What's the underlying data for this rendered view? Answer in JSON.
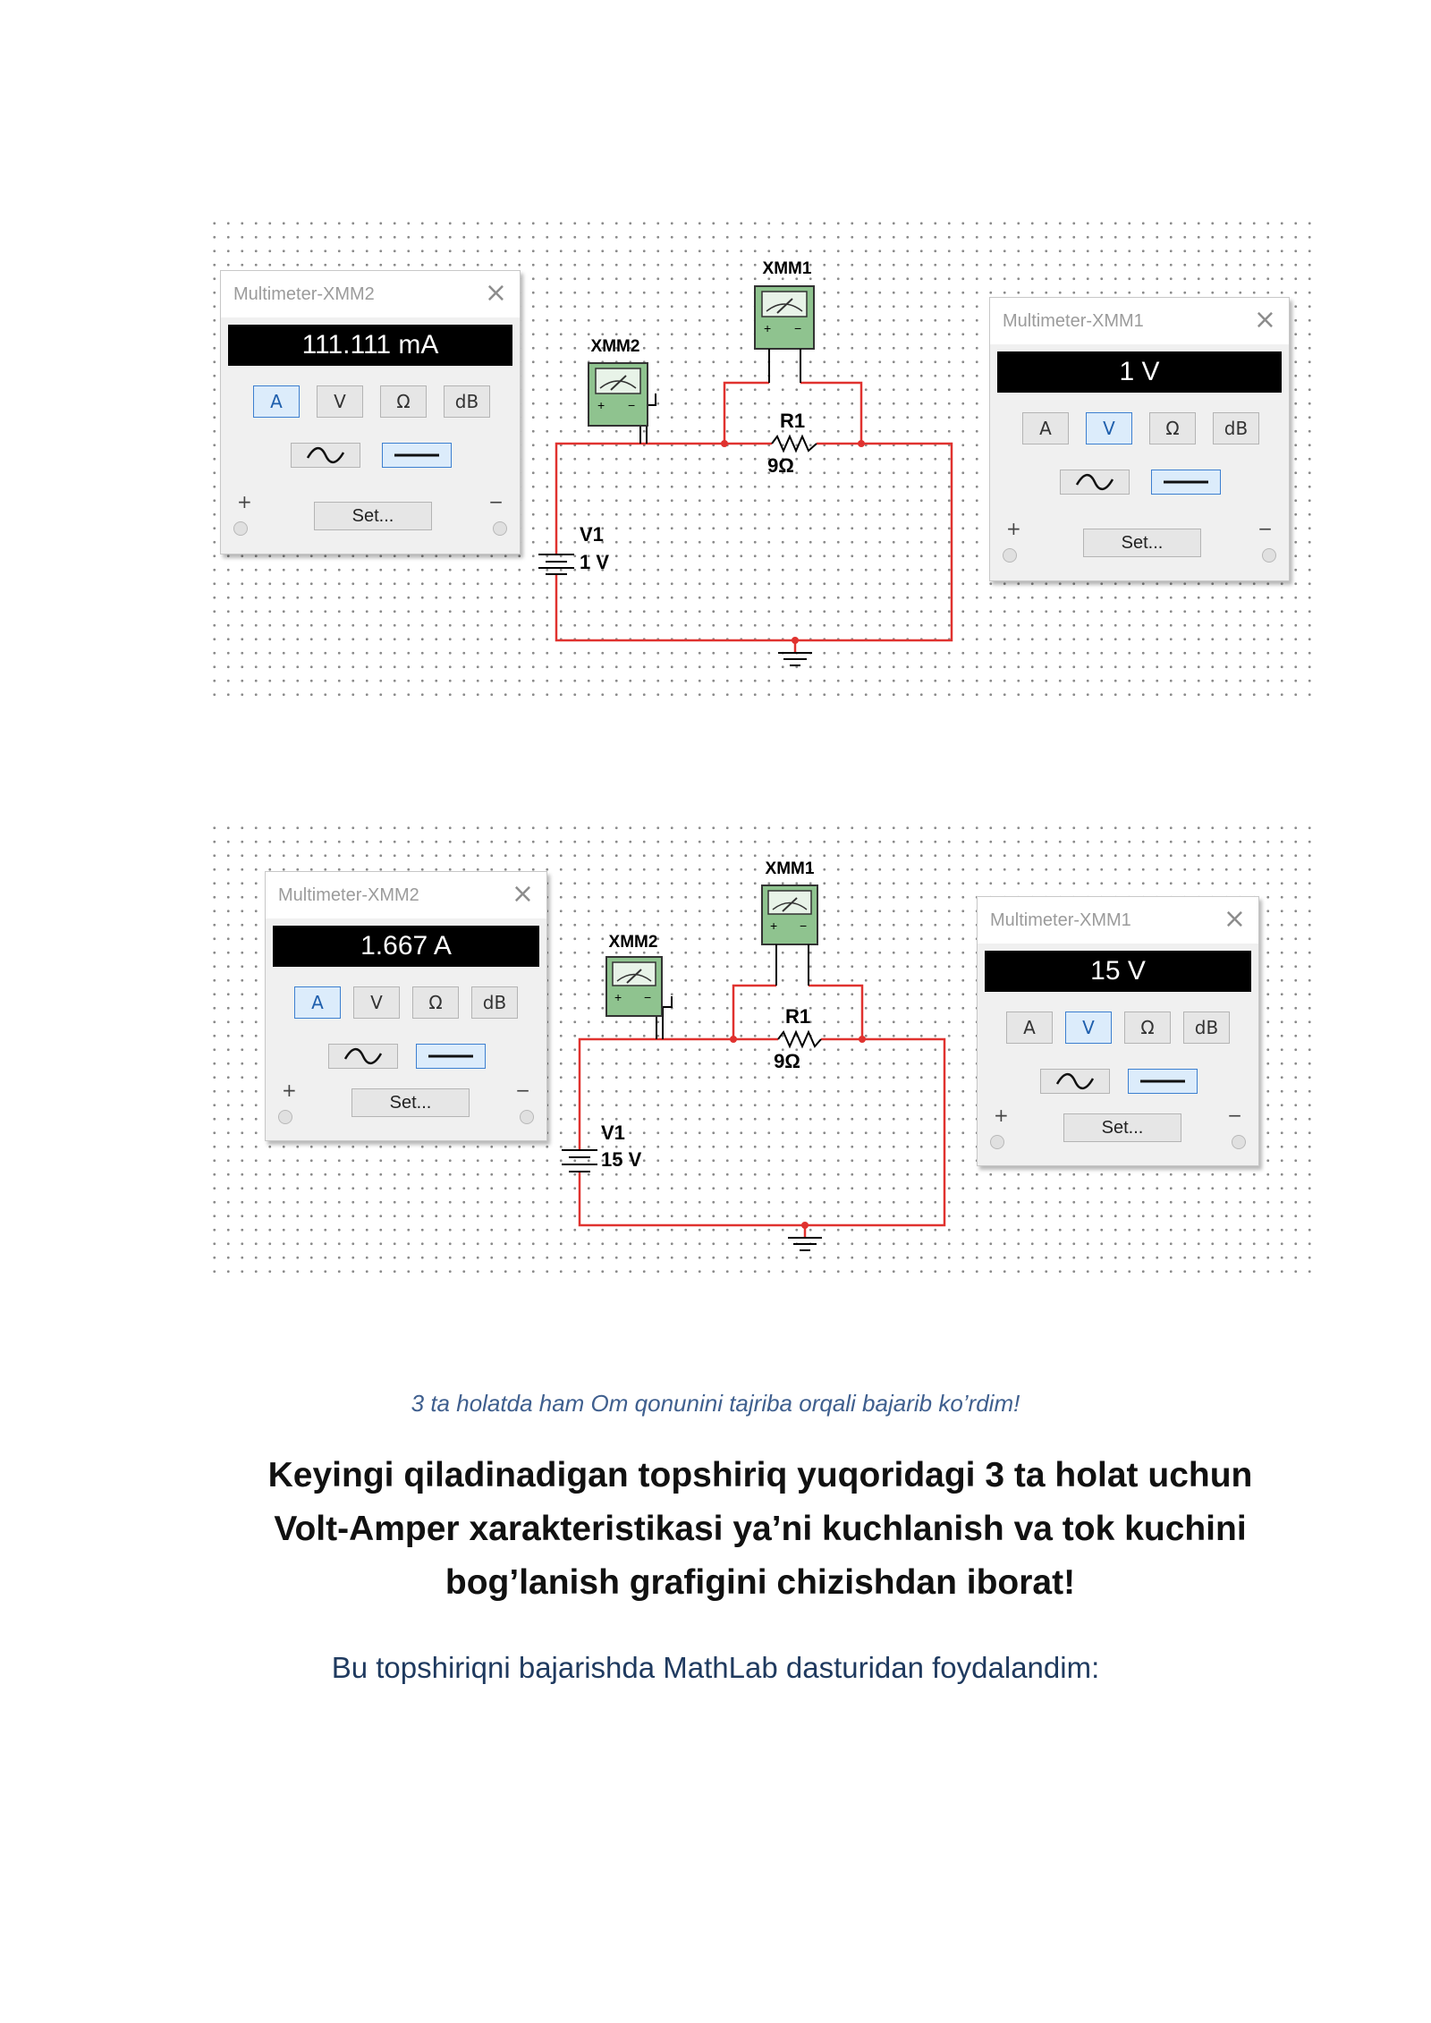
{
  "circuits": [
    {
      "labels": {
        "xmm1": "XMM1",
        "xmm2": "XMM2",
        "r1": "R1",
        "r1_value": "9Ω",
        "v1": "V1",
        "v1_value": "1 V"
      },
      "ammeter": {
        "title": "Multimeter-XMM2",
        "reading": "111.111 mA",
        "active_range": "A"
      },
      "voltmeter": {
        "title": "Multimeter-XMM1",
        "reading": "1 V",
        "active_range": "V"
      }
    },
    {
      "labels": {
        "xmm1": "XMM1",
        "xmm2": "XMM2",
        "r1": "R1",
        "r1_value": "9Ω",
        "v1": "V1",
        "v1_value": "15 V"
      },
      "ammeter": {
        "title": "Multimeter-XMM2",
        "reading": "1.667 A",
        "active_range": "A"
      },
      "voltmeter": {
        "title": "Multimeter-XMM1",
        "reading": "15 V",
        "active_range": "V"
      }
    }
  ],
  "multimeter_ui": {
    "range_buttons": [
      "A",
      "V",
      "Ω",
      "dB"
    ],
    "set_label": "Set...",
    "plus": "+",
    "minus": "−",
    "close": "×",
    "mode_icons": [
      "ac-wave-icon",
      "dc-line-icon"
    ],
    "active_mode": "dc"
  },
  "colors": {
    "wire": "#e0322f",
    "active_button": "#3c7fd0",
    "note_text": "#3f5f8e",
    "body_text": "#1f3a5f"
  },
  "note": "3 ta holatda ham Om qonunini tajriba orqali bajarib ko’rdim!",
  "heading": "Keyingi qiladinadigan topshiriq yuqoridagi 3 ta holat uchun Volt-Amper xarakteristikasi ya’ni kuchlanish va tok kuchini bog’lanish grafigini chizishdan iborat!",
  "body": "Bu topshiriqni bajarishda MathLab dasturidan foydalandim:"
}
